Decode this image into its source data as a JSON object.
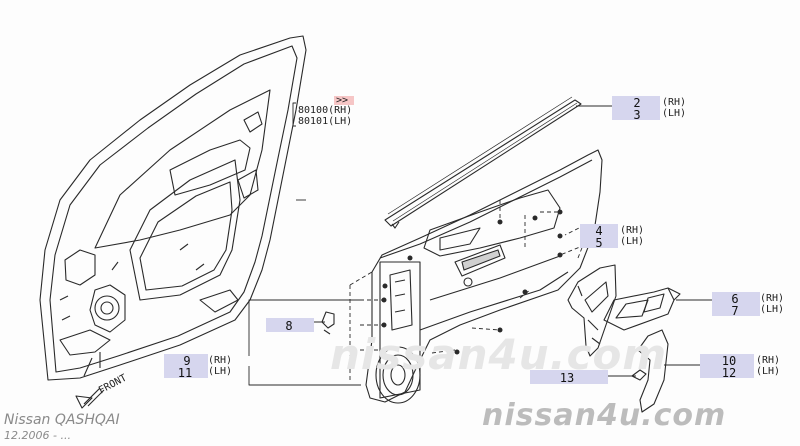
{
  "header": {
    "model": "Nissan QASHQAI",
    "date": "12.2006 - ..."
  },
  "front_label": "FRONT",
  "part_ref": {
    "arrow": ">>",
    "rh": "80100(RH)",
    "lh": "80101(LH)"
  },
  "callouts": [
    {
      "id": "c2-3",
      "top": "2",
      "bottom": "3",
      "side_top": "(RH)",
      "side_bottom": "(LH)"
    },
    {
      "id": "c4-5",
      "top": "4",
      "bottom": "5",
      "side_top": "(RH)",
      "side_bottom": "(LH)"
    },
    {
      "id": "c6-7",
      "top": "6",
      "bottom": "7",
      "side_top": "(RH)",
      "side_bottom": "(LH)"
    },
    {
      "id": "c8",
      "top": "8"
    },
    {
      "id": "c9-11",
      "top": "9",
      "bottom": "11",
      "side_top": "(RH)",
      "side_bottom": "(LH)"
    },
    {
      "id": "c10-12",
      "top": "10",
      "bottom": "12",
      "side_top": "(RH)",
      "side_bottom": "(LH)"
    },
    {
      "id": "c13",
      "top": "13"
    }
  ],
  "watermarks": {
    "center": "nissan4u.com",
    "corner": "nissan4u.com"
  }
}
